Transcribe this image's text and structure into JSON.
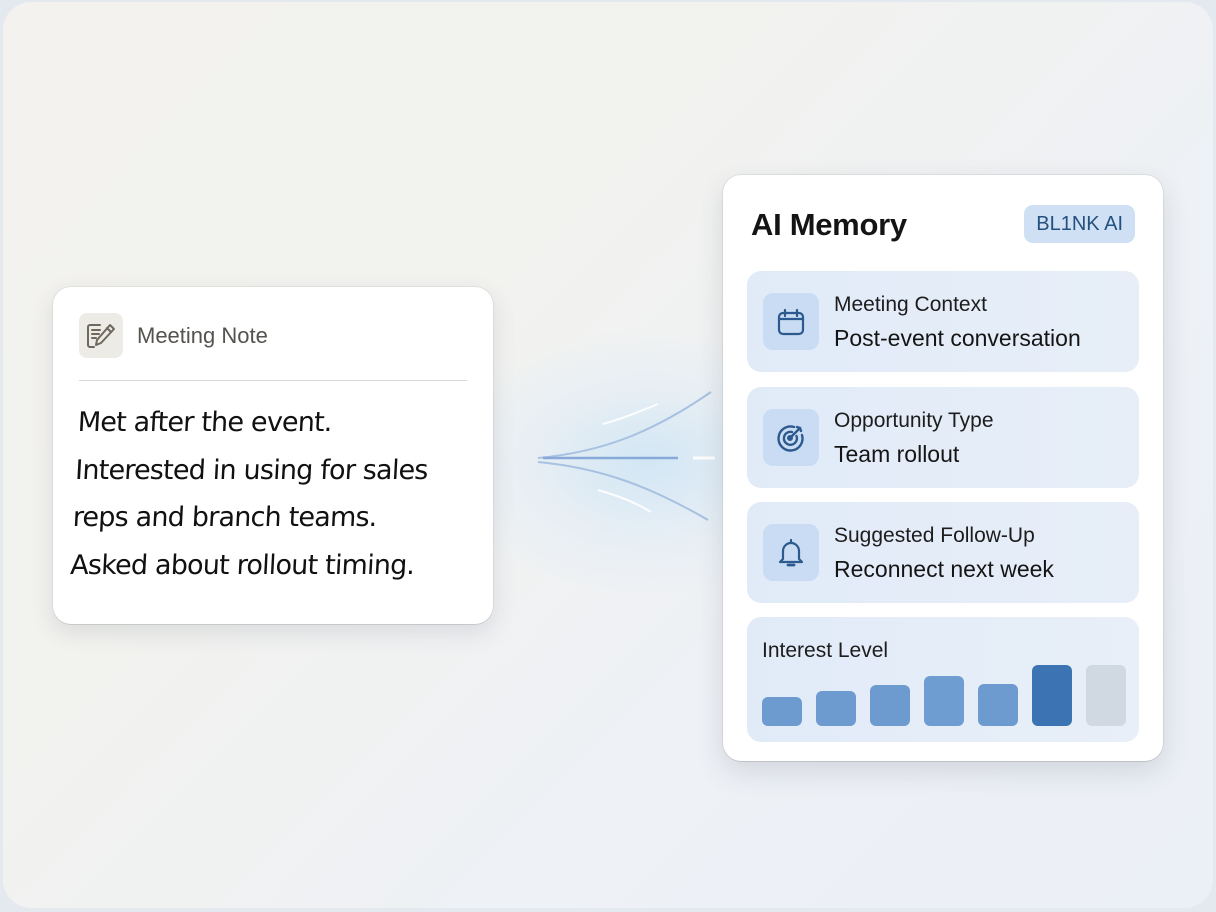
{
  "meeting_note": {
    "title": "Meeting Note",
    "icon": "note-pencil-icon",
    "lines": [
      "Met after the event.",
      "Interested in using for sales",
      "reps and branch teams.",
      "Asked about rollout timing."
    ]
  },
  "ai_memory": {
    "title": "AI Memory",
    "badge": "BL1NK AI",
    "items": [
      {
        "icon": "calendar-icon",
        "label": "Meeting Context",
        "value": "Post-event conversation"
      },
      {
        "icon": "target-icon",
        "label": "Opportunity Type",
        "value": "Team rollout"
      },
      {
        "icon": "bell-icon",
        "label": "Suggested Follow-Up",
        "value": "Reconnect next week"
      }
    ],
    "interest_level": {
      "label": "Interest Level",
      "bars": [
        {
          "height": 29,
          "color": "#6d9bd0"
        },
        {
          "height": 35,
          "color": "#6d9bd0"
        },
        {
          "height": 41,
          "color": "#6d9bd0"
        },
        {
          "height": 50,
          "color": "#6e9dd1"
        },
        {
          "height": 42,
          "color": "#6d9bd0"
        },
        {
          "height": 61,
          "color": "#3b73b3"
        },
        {
          "height": 61,
          "color": "#d0d9e2"
        }
      ]
    }
  },
  "colors": {
    "accent": "#3b73b3",
    "icon_stroke": "#2d5a8e",
    "badge_bg": "#cfe0f4",
    "badge_text": "#24507f"
  }
}
